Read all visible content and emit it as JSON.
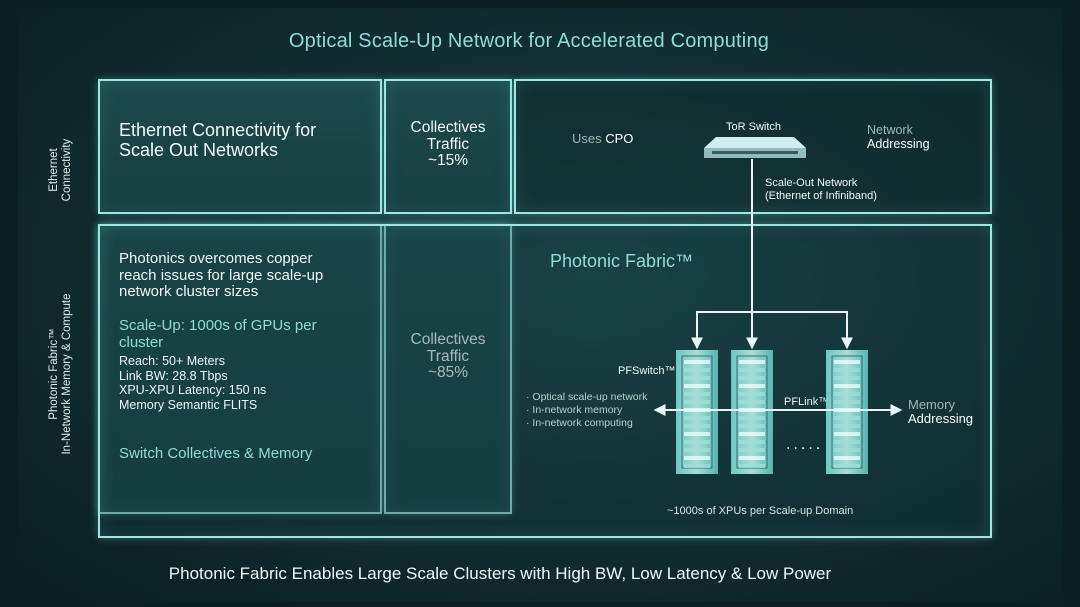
{
  "title": "Optical Scale-Up Network for Accelerated Computing",
  "footer": "Photonic Fabric Enables Large Scale Clusters with High BW, Low Latency & Low Power",
  "side_labels": {
    "ethernet_line1": "Ethernet",
    "ethernet_line2": "Connectivity",
    "photonic_line1": "Photonic Fabric™",
    "photonic_line2": "In-Network Memory & Compute"
  },
  "ethernet_row": {
    "heading_line1": "Ethernet Connectivity for",
    "heading_line2": "Scale Out Networks",
    "collectives_line1": "Collectives",
    "collectives_line2": "Traffic",
    "collectives_pct": "~15%",
    "uses_prefix": "Uses ",
    "uses_bold": "CPO",
    "tor_switch": "ToR Switch",
    "network_line1": "Network",
    "network_line2": "Addressing",
    "scale_out_line1": "Scale-Out Network",
    "scale_out_line2": "(Ethernet of Infiniband)"
  },
  "photonic_row": {
    "intro_line1": "Photonics overcomes copper",
    "intro_line2": "reach issues for large scale-up",
    "intro_line3": "network cluster sizes",
    "scaleup_line1": "Scale-Up: 1000s of GPUs per",
    "scaleup_line2": "cluster",
    "specs": [
      "Reach: 50+ Meters",
      "Link BW: 28.8 Tbps",
      "XPU-XPU Latency:  150 ns",
      "Memory Semantic FLITS"
    ],
    "switch_collectives": "Switch Collectives & Memory",
    "collectives_line1": "Collectives",
    "collectives_line2": "Traffic",
    "collectives_pct": "~85%",
    "fabric_title": "Photonic Fabric™",
    "pfswitch": "PFSwitch™",
    "pflink": "PFLink™",
    "bullets": [
      "Optical scale-up network",
      "In-network memory",
      "In-network computing"
    ],
    "memory_line1": "Memory",
    "memory_line2": "Addressing",
    "ellipsis": ".....",
    "xpus_note": "~1000s of XPUs per Scale-up Domain"
  },
  "colors": {
    "accent": "#8fdcd8",
    "border": "#9fe6e0",
    "background": "#0b1f22"
  },
  "icons": [
    "tor-switch-icon",
    "server-rack-icon",
    "arrow-icon"
  ]
}
